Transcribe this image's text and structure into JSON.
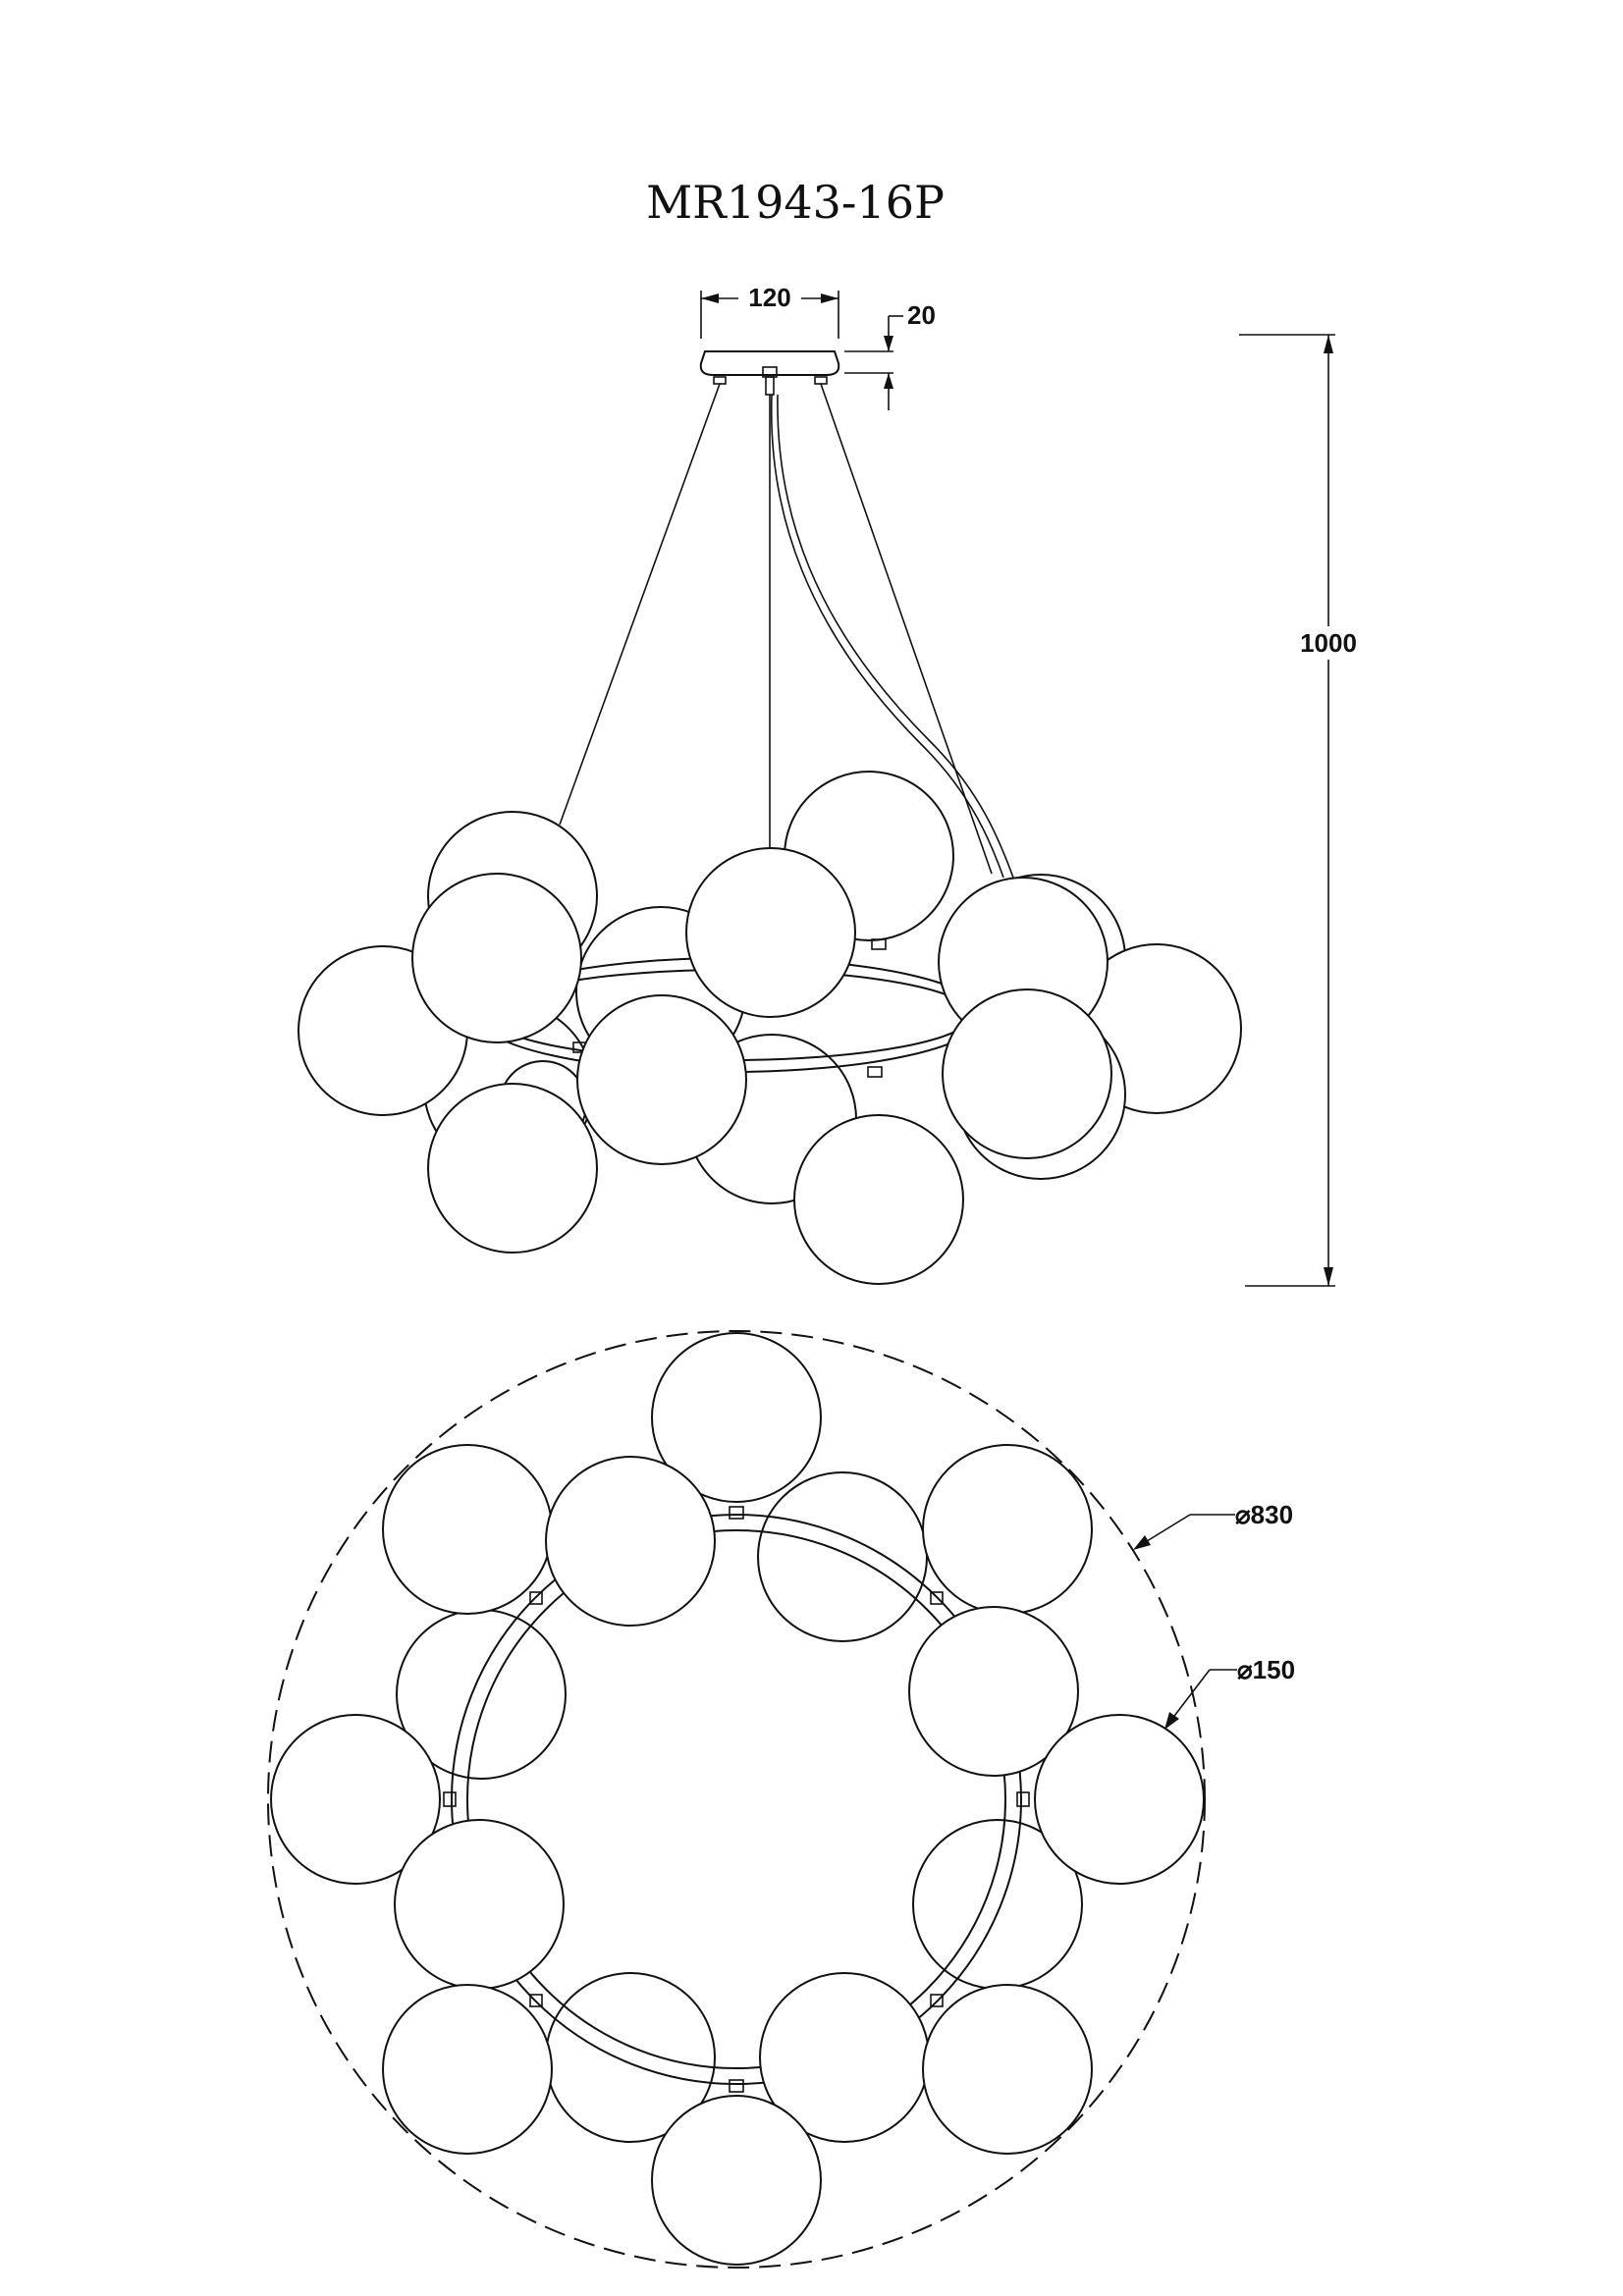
{
  "drawing": {
    "title": "MR1943-16P",
    "dimensions": {
      "canopy_width": "120",
      "canopy_height": "20",
      "total_height": "1000",
      "overall_diameter": "⌀830",
      "globe_diameter": "⌀150"
    },
    "globe_count": 16
  }
}
